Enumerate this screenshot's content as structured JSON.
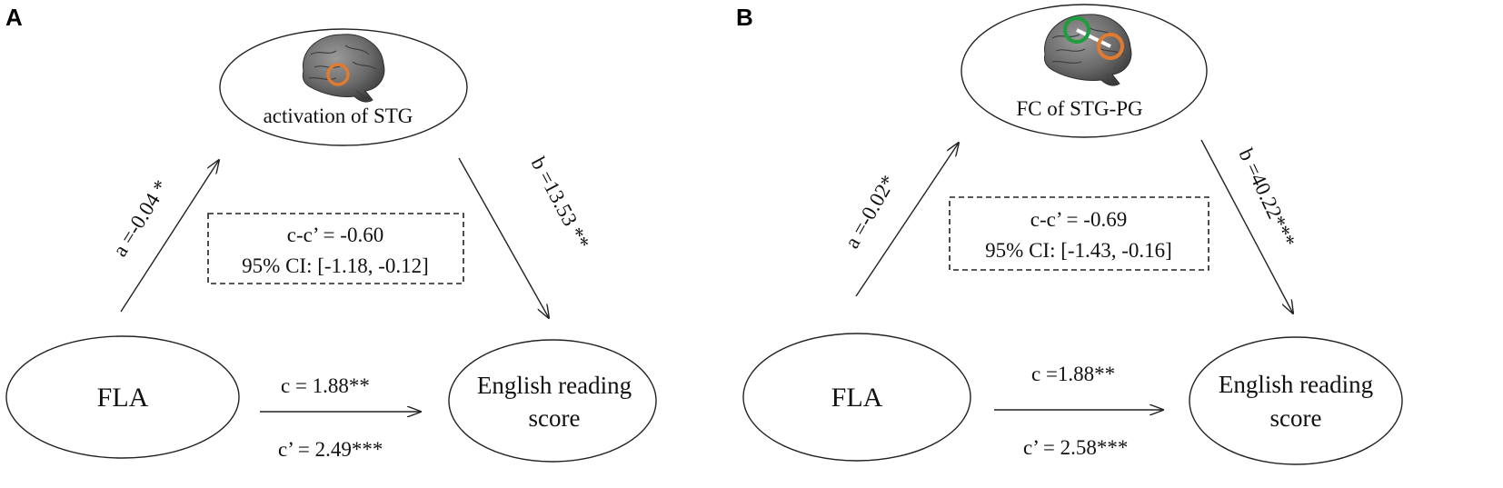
{
  "colors": {
    "line": "#222222",
    "brain_fill": "#6b6b6b",
    "roi_orange": "#e07b2f",
    "roi_green": "#1f9d3e",
    "text": "#111111"
  },
  "panel_a": {
    "label": "A",
    "mediator": {
      "label": "activation of STG",
      "image": "brain-render-icon"
    },
    "predictor": {
      "label": "FLA"
    },
    "outcome": {
      "line1": "English reading",
      "line2": "score"
    },
    "path_a": "a =-0.04 *",
    "path_b": "b =13.53 **",
    "path_c": "c = 1.88**",
    "path_c_prime": "c’ = 2.49***",
    "indirect": {
      "line1": "c-c’ = -0.60",
      "line2": "95% CI: [-1.18, -0.12]"
    }
  },
  "panel_b": {
    "label": "B",
    "mediator": {
      "label": "FC of STG-PG",
      "image": "brain-render-icon"
    },
    "predictor": {
      "label": "FLA"
    },
    "outcome": {
      "line1": "English reading",
      "line2": "score"
    },
    "path_a": "a =-0.02*",
    "path_b": "b =40.22***",
    "path_c": "c =1.88**",
    "path_c_prime": "c’ = 2.58***",
    "indirect": {
      "line1": "c-c’ = -0.69",
      "line2": "95% CI: [-1.43, -0.16]"
    }
  }
}
